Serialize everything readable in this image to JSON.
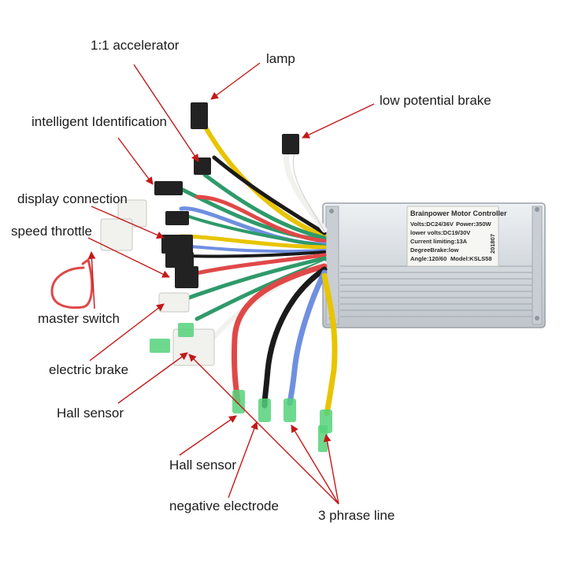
{
  "colors": {
    "arrow": "#c41818",
    "housing": "#d8dde2",
    "housing_dark": "#a9b0b7",
    "wire_red": "#e04848",
    "wire_yellow": "#e8c400",
    "wire_green": "#2e9a6a",
    "wire_blue": "#6f8fe0",
    "wire_black": "#1a1a1a",
    "connector_black": "#222222",
    "connector_white": "#f1f1ee",
    "terminal_green": "#55d27a"
  },
  "labels": {
    "accelerator": "1:1 accelerator",
    "lamp": "lamp",
    "low_potential_brake": "low potential brake",
    "intelligent_identification": "intelligent Identification",
    "display_connection": "display connection",
    "speed_throttle": "speed throttle",
    "master_switch": "master switch",
    "electric_brake": "electric brake",
    "hall_sensor_1": "Hall sensor",
    "hall_sensor_2": "Hall sensor",
    "negative_electrode": "negative electrode",
    "phase_line": "3 phrase line"
  },
  "controller": {
    "title": "Brainpower Motor Controller",
    "volts": "Volts:DC24/36V",
    "power": "Power:350W",
    "lower_volts": "lower volts:DC19/30V",
    "current_limiting": "Current limiting:13A",
    "degree_brake": "DegreeBrake:low",
    "angle": "Angle:120/60",
    "model": "Model:KSLS58",
    "date_code": "201807"
  }
}
